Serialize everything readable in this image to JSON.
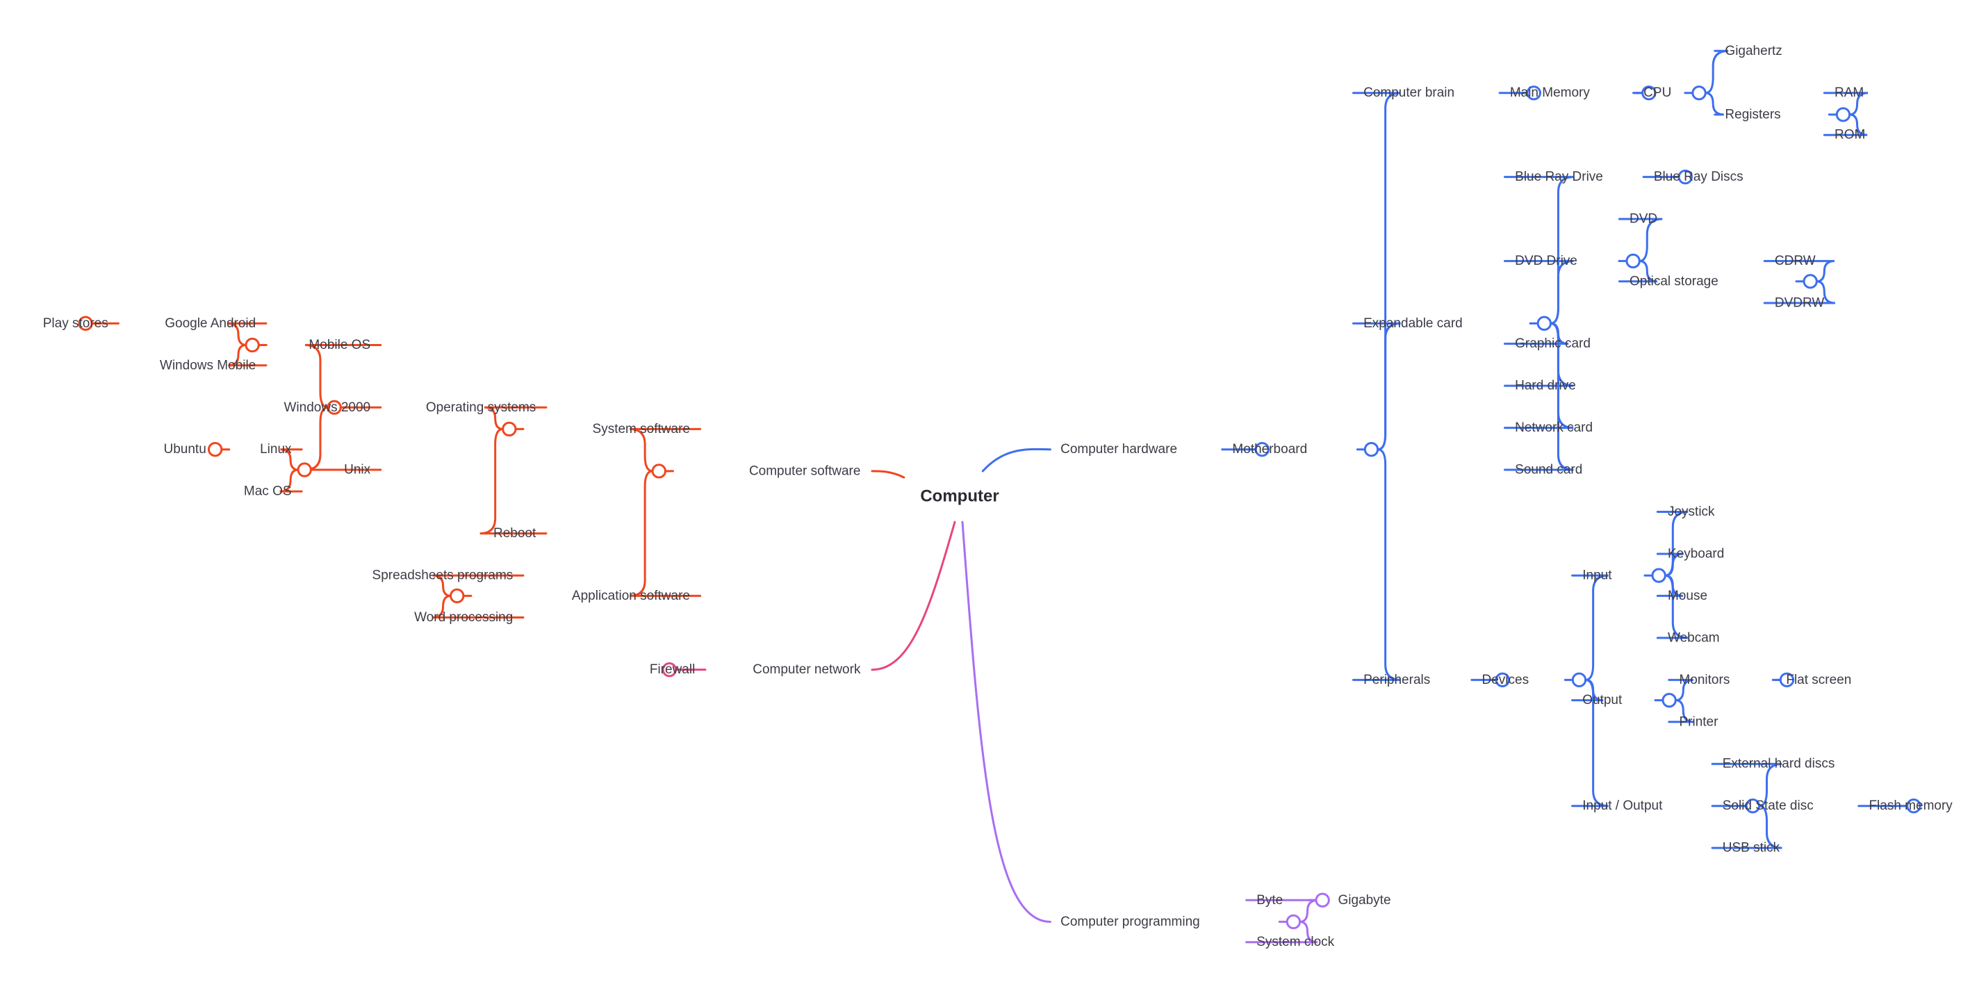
{
  "root": "Computer",
  "colors": {
    "hardware": "#3d6ef0",
    "software": "#f0461e",
    "network": "#e8457e",
    "programming": "#a86ef2"
  },
  "nodes": {
    "hw": "Computer hardware",
    "mb": "Motherboard",
    "brain": "Computer brain",
    "mainmem": "Main Memory",
    "cpu": "CPU",
    "ghz": "Gigahertz",
    "reg": "Registers",
    "ram": "RAM",
    "rom": "ROM",
    "exp": "Expandable card",
    "brd": "Blue Ray Drive",
    "brdisc": "Blue Ray Discs",
    "dvdd": "DVD Drive",
    "dvd": "DVD",
    "opt": "Optical storage",
    "cdrw": "CDRW",
    "dvdrw": "DVDRW",
    "gcard": "Graphic card",
    "hdd": "Hard drive",
    "ncard": "Network card",
    "scard": "Sound card",
    "periph": "Peripherals",
    "dev": "Devices",
    "input": "Input",
    "joy": "Joystick",
    "kbd": "Keyboard",
    "mouse": "Mouse",
    "webcam": "Webcam",
    "output": "Output",
    "mon": "Monitors",
    "flat": "Flat screen",
    "printer": "Printer",
    "io": "Input / Output",
    "ehd": "External hard discs",
    "ssd": "Solid State disc",
    "flash": "Flash memory",
    "usb": "USB stick",
    "sw": "Computer software",
    "syssw": "System software",
    "os": "Operating systems",
    "mobos": "Mobile OS",
    "android": "Google Android",
    "playstores": "Play stores",
    "winmob": "Windows Mobile",
    "win2k": "Windows 2000",
    "unix": "Unix",
    "linux": "Linux",
    "ubuntu": "Ubuntu",
    "macos": "Mac OS",
    "reboot": "Reboot",
    "appsw": "Application software",
    "spread": "Spreadsheets programs",
    "word": "Word processing",
    "net": "Computer network",
    "firewall": "Firewall",
    "prog": "Computer programming",
    "byte": "Byte",
    "gb": "Gigabyte",
    "clock": "System clock"
  }
}
